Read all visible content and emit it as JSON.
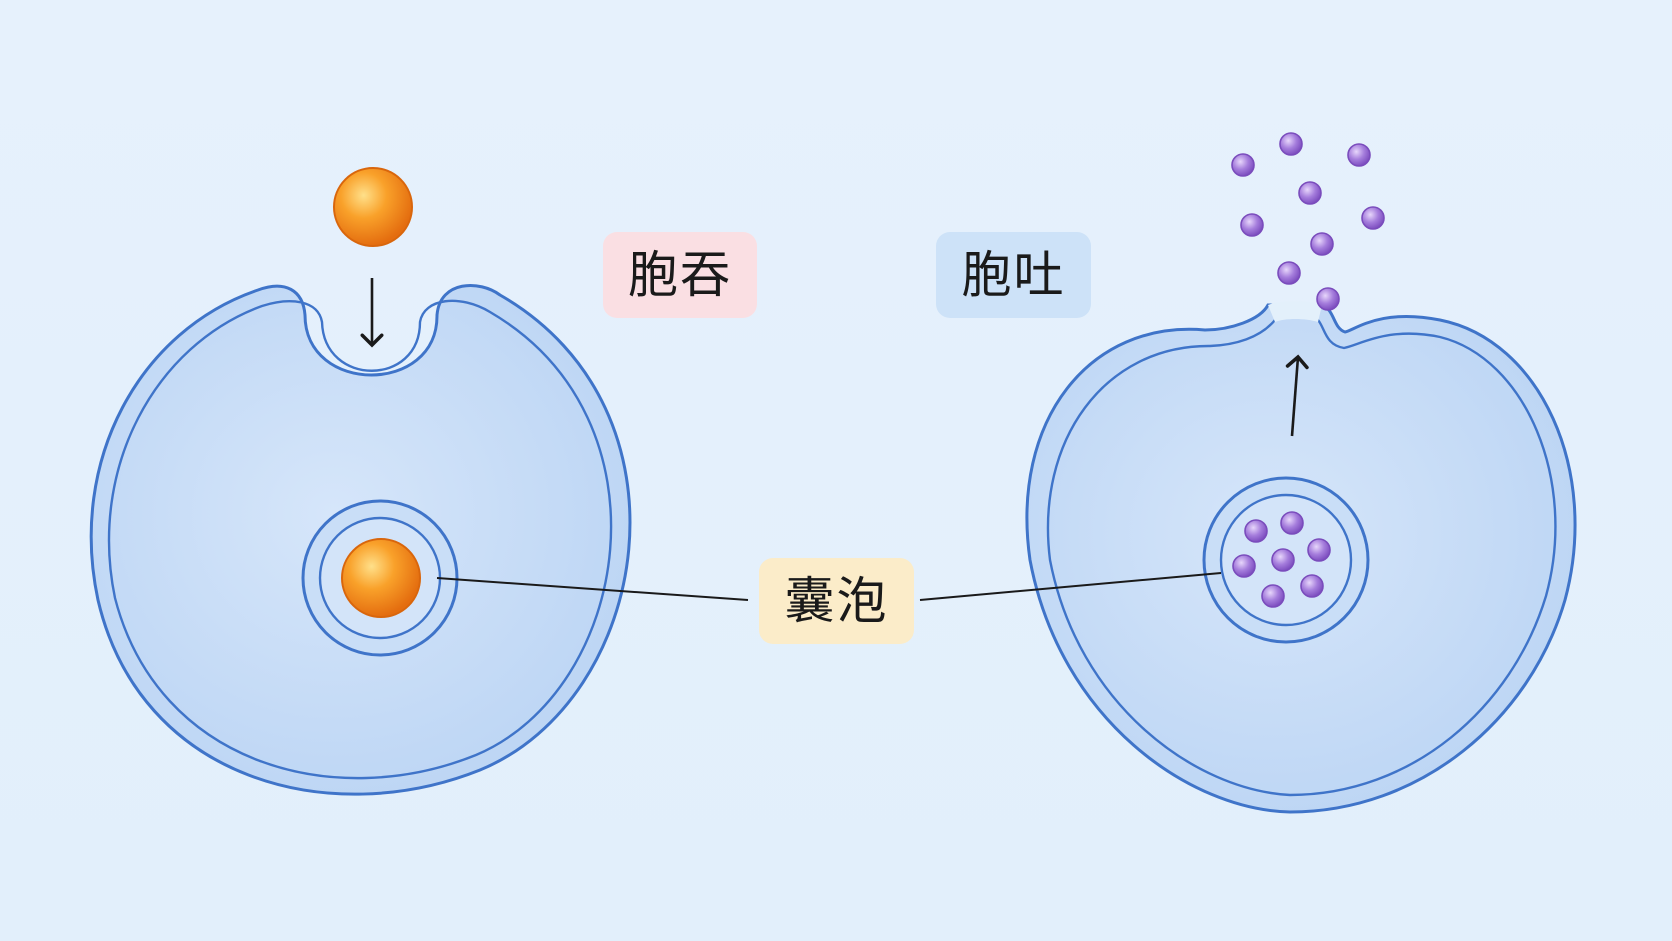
{
  "labels": {
    "endocytosis": "胞吞",
    "exocytosis": "胞吐",
    "vesicle": "囊泡"
  },
  "colors": {
    "background": "#e3f0fb",
    "cell_fill": "#c5dcf6",
    "membrane": "#3f74c9",
    "particle_orange": "#f7941d",
    "particle_purple": "#a073d6",
    "arrow": "#1a1a1a"
  }
}
